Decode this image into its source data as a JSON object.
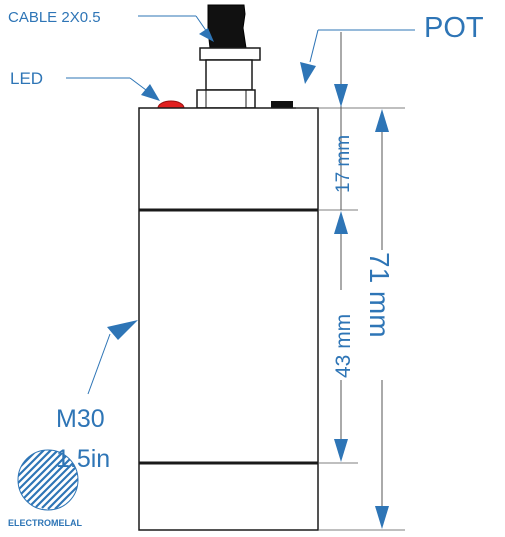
{
  "labels": {
    "cable": "CABLE 2X0.5",
    "led": "LED",
    "pot": "POT",
    "dim_top": "17 mm",
    "dim_mid": "43 mm",
    "dim_total": "71 mm",
    "thread": "M30",
    "thread_in": "1.5in"
  },
  "logo": {
    "text": "ELECTROMELAL"
  },
  "colors": {
    "accent": "#2e75b6",
    "line": "#1a1a1a",
    "led": "#e02020",
    "leader": "#555555"
  }
}
